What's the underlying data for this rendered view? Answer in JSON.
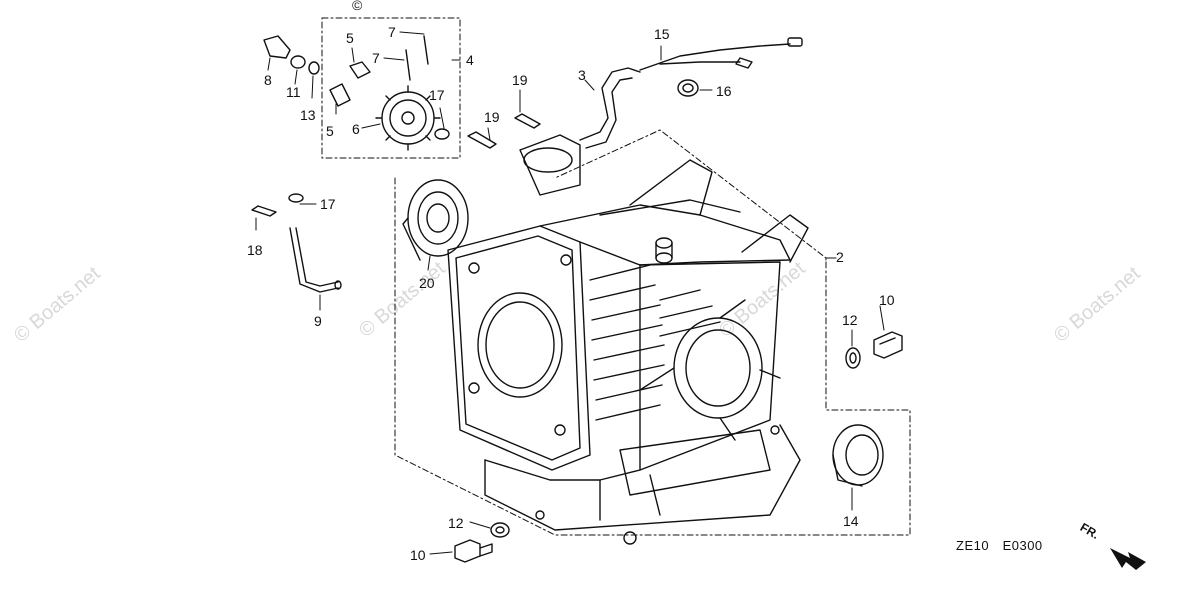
{
  "callouts": {
    "c2": "2",
    "c3": "3",
    "c4": "4",
    "c5a": "5",
    "c5b": "5",
    "c6": "6",
    "c7a": "7",
    "c7b": "7",
    "c8": "8",
    "c9": "9",
    "c10a": "10",
    "c10b": "10",
    "c11": "11",
    "c12a": "12",
    "c12b": "12",
    "c13": "13",
    "c14": "14",
    "c15": "15",
    "c16": "16",
    "c17a": "17",
    "c17b": "17",
    "c18": "18",
    "c19a": "19",
    "c19b": "19",
    "c20": "20"
  },
  "diagram_code": "ZE10　E0300",
  "direction_label": "FR.",
  "copyright_mark": "©",
  "watermark": "© Boats.net",
  "colors": {
    "ink": "#111111",
    "watermark": "#d8d8d8",
    "background": "#ffffff"
  }
}
